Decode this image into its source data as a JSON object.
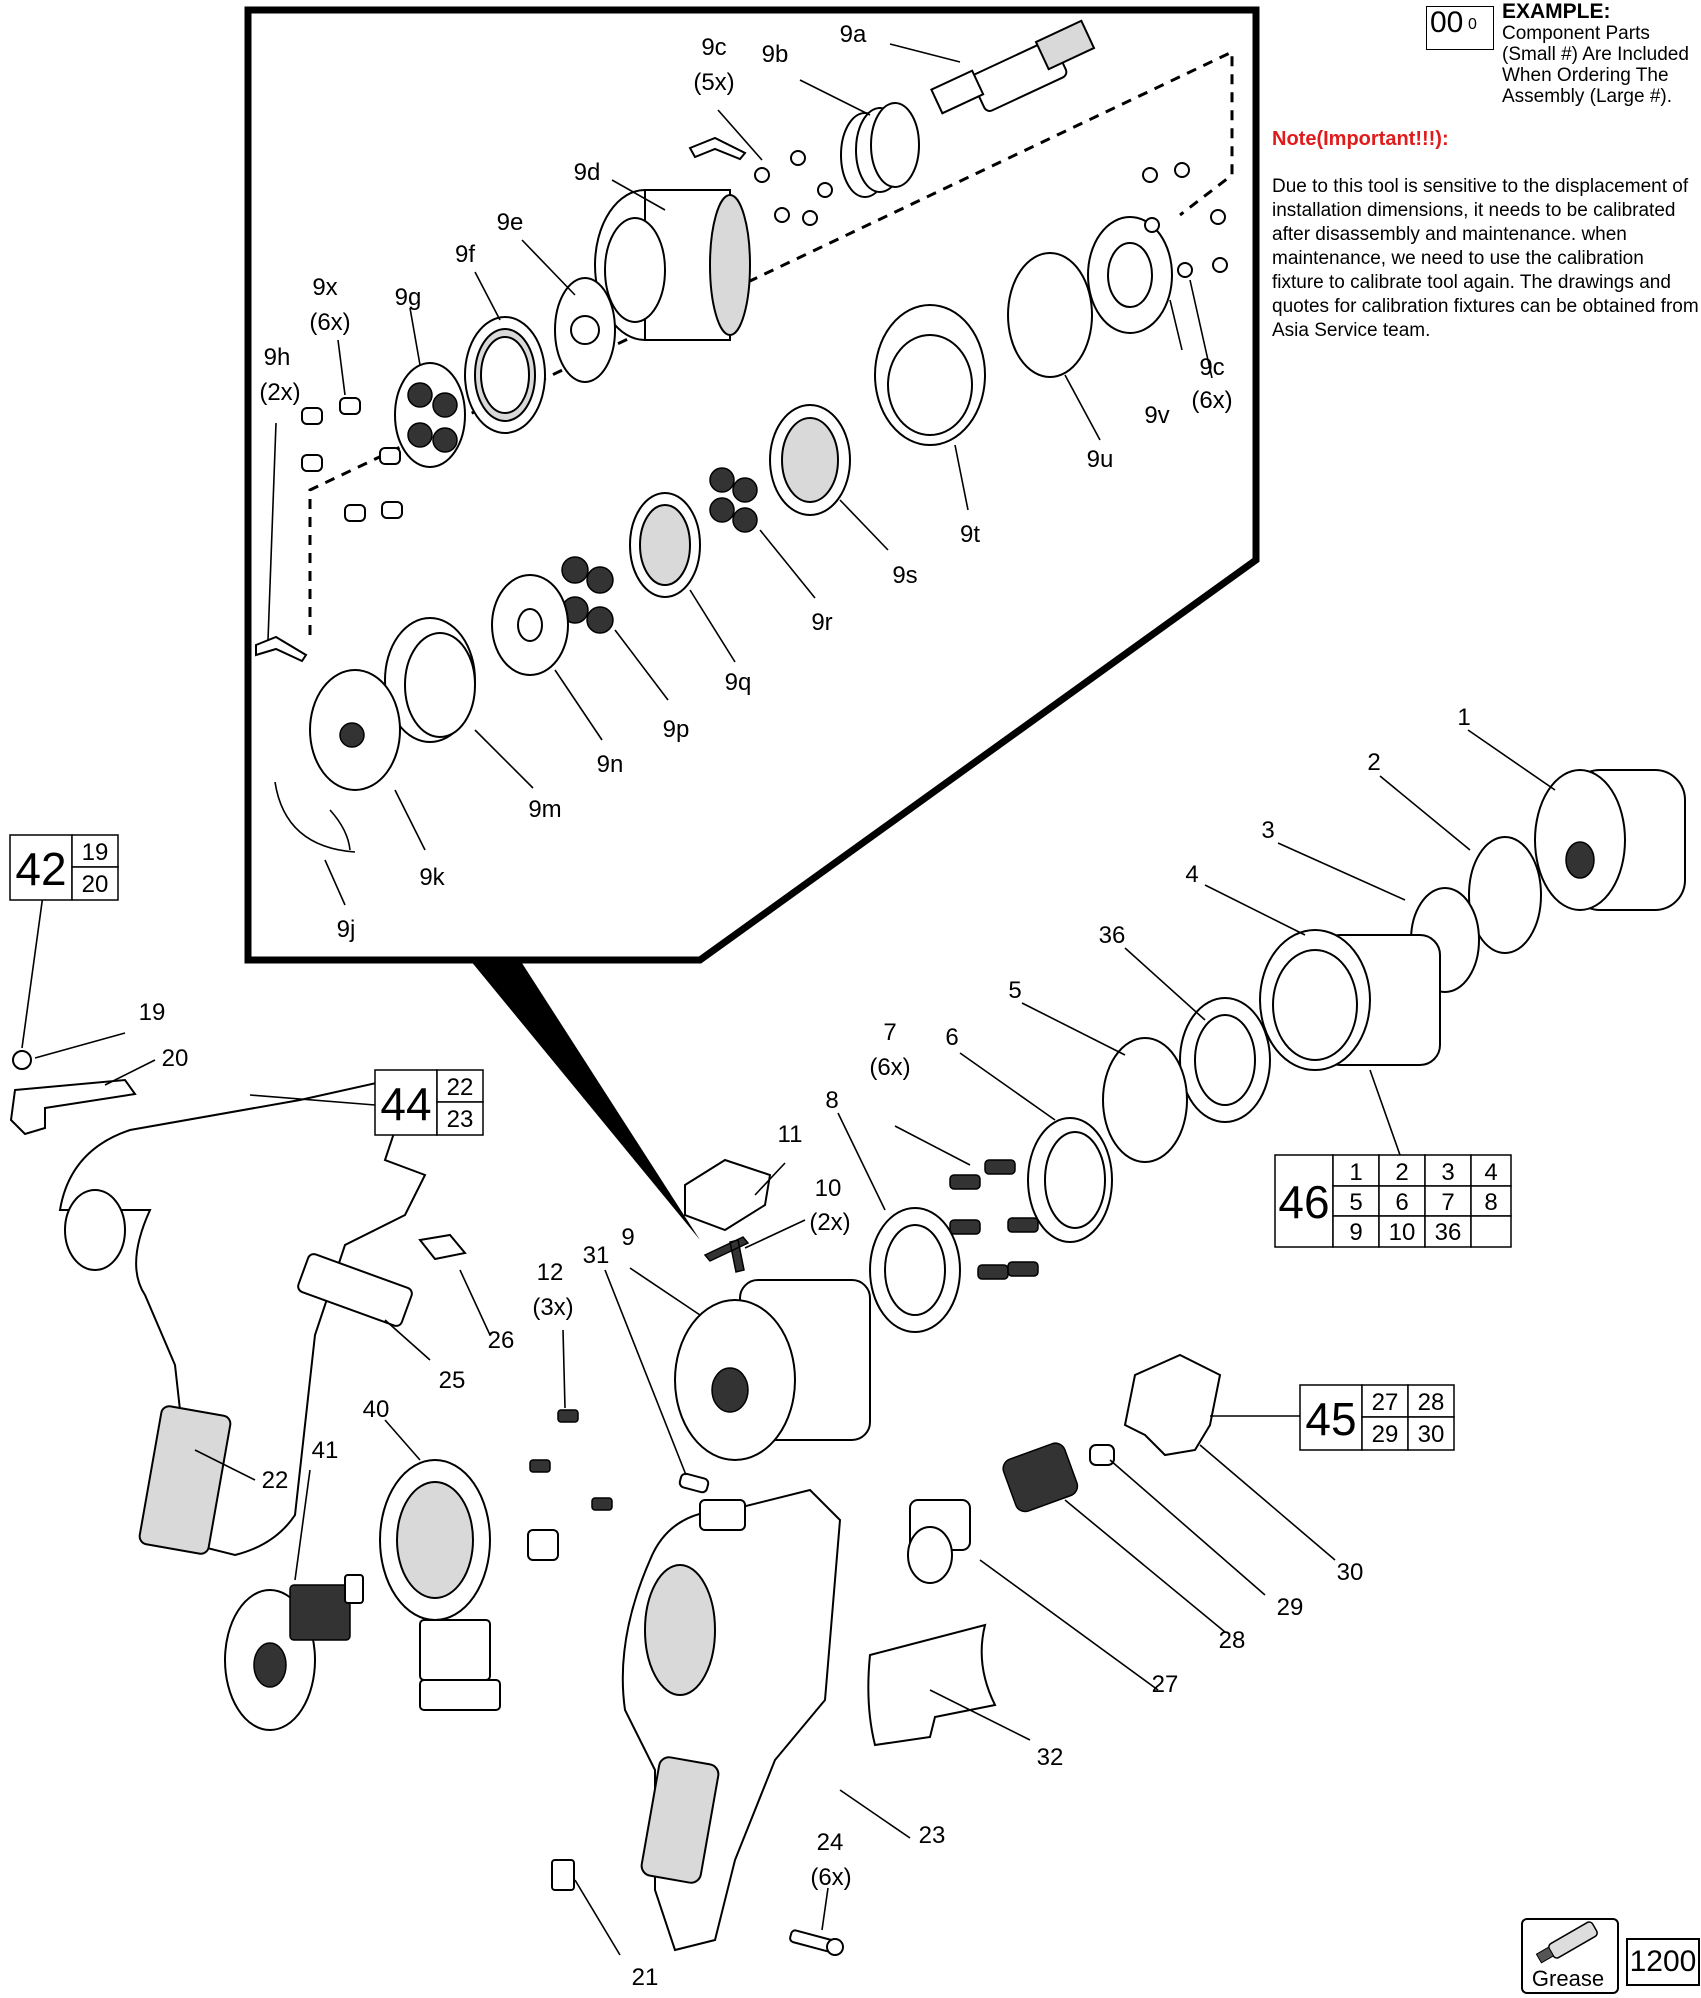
{
  "example": {
    "big": "00",
    "small": "0",
    "heading": "EXAMPLE:",
    "text": "Component Parts (Small #) Are Included When Ordering The Assembly (Large #)."
  },
  "note": {
    "heading": "Note(Important!!!):",
    "body": "Due to this tool is sensitive to the displacement of installation dimensions, it needs to be calibrated after disassembly and maintenance. when maintenance, we need to use the calibration fixture to calibrate tool again. The drawings and quotes for calibration fixtures can be obtained from Asia Service team."
  },
  "callouts": {
    "c9a": "9a",
    "c9b": "9b",
    "c9c_top": "9c",
    "c9c_top_qty": "(5x)",
    "c9d": "9d",
    "c9e": "9e",
    "c9f": "9f",
    "c9g": "9g",
    "c9x": "9x",
    "c9x_qty": "(6x)",
    "c9h": "9h",
    "c9h_qty": "(2x)",
    "c9c_right": "9c",
    "c9c_right_qty": "(6x)",
    "c9v": "9v",
    "c9u": "9u",
    "c9t": "9t",
    "c9s": "9s",
    "c9r": "9r",
    "c9q": "9q",
    "c9p": "9p",
    "c9n": "9n",
    "c9m": "9m",
    "c9k": "9k",
    "c9j": "9j",
    "c1": "1",
    "c2": "2",
    "c3": "3",
    "c4": "4",
    "c36": "36",
    "c5": "5",
    "c6": "6",
    "c7": "7",
    "c7_qty": "(6x)",
    "c8": "8",
    "c9": "9",
    "c10": "10",
    "c10_qty": "(2x)",
    "c11": "11",
    "c12": "12",
    "c12_qty": "(3x)",
    "c31": "31",
    "c19": "19",
    "c20": "20",
    "c22": "22",
    "c25": "25",
    "c26": "26",
    "c40": "40",
    "c41": "41",
    "c23": "23",
    "c27": "27",
    "c28": "28",
    "c29": "29",
    "c30": "30",
    "c32": "32",
    "c24": "24",
    "c24_qty": "(6x)",
    "c21": "21"
  },
  "assemblies": {
    "a42": {
      "big": "42",
      "parts": [
        "19",
        "20"
      ]
    },
    "a44": {
      "big": "44",
      "parts": [
        "22",
        "23"
      ]
    },
    "a45": {
      "big": "45",
      "parts": [
        "27",
        "28",
        "29",
        "30"
      ]
    },
    "a46": {
      "big": "46",
      "parts": [
        "1",
        "2",
        "3",
        "4",
        "5",
        "6",
        "7",
        "8",
        "9",
        "10",
        "36",
        ""
      ]
    }
  },
  "grease": {
    "label": "Grease",
    "code": "1200"
  }
}
